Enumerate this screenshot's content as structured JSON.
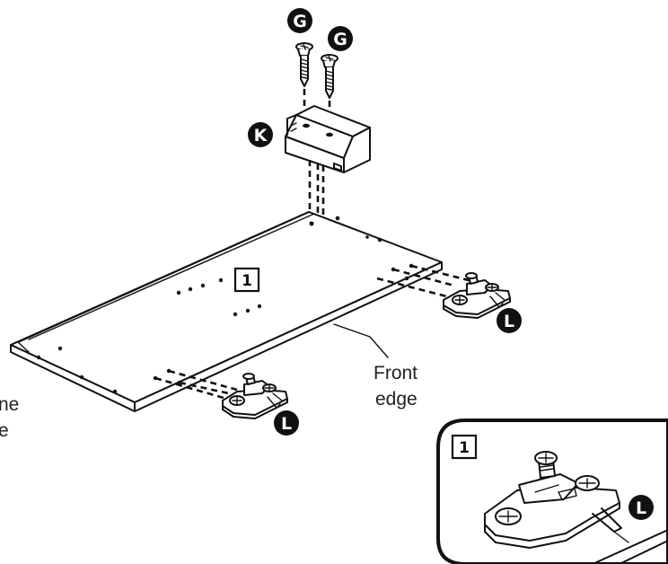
{
  "callouts": {
    "g1": "G",
    "g2": "G",
    "k": "K",
    "l1": "L",
    "l2": "L",
    "l_inset": "L"
  },
  "part_number": "1",
  "inset_part_number": "1",
  "front_edge": {
    "line1": "Front",
    "line2": "edge"
  },
  "clipped_text": {
    "line1": "ne",
    "line2": "e"
  }
}
